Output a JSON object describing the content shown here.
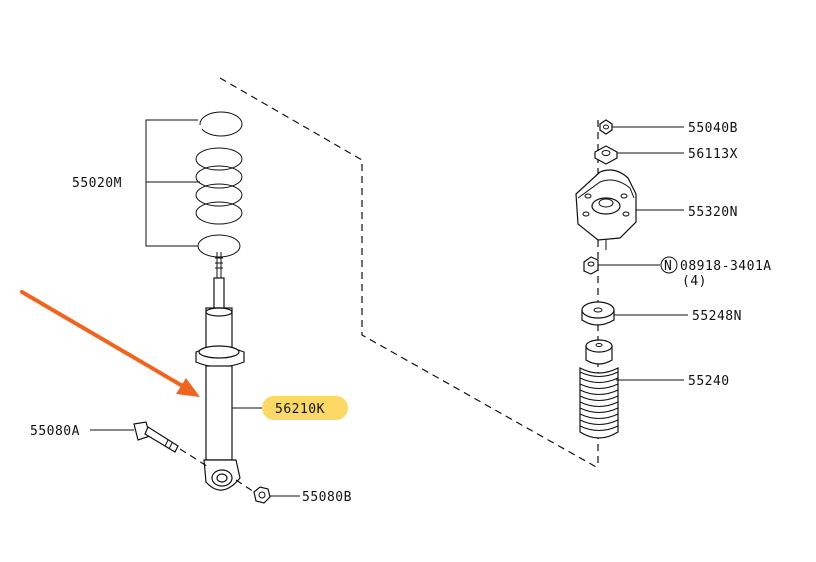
{
  "parts": {
    "coil_spring": "55020M",
    "shock_absorber": "56210K",
    "bolt": "55080A",
    "nut_lower": "55080B",
    "nut_top": "55040B",
    "washer_top": "56113X",
    "mount": "55320N",
    "nut_flange": "08918-3401A",
    "nut_flange_qty": "(4)",
    "nut_flange_symbol": "N",
    "bumper_seat": "55248N",
    "dust_boot": "55240"
  },
  "colors": {
    "highlight": "#fcd964",
    "arrow": "#f0641e",
    "line": "#111111"
  }
}
